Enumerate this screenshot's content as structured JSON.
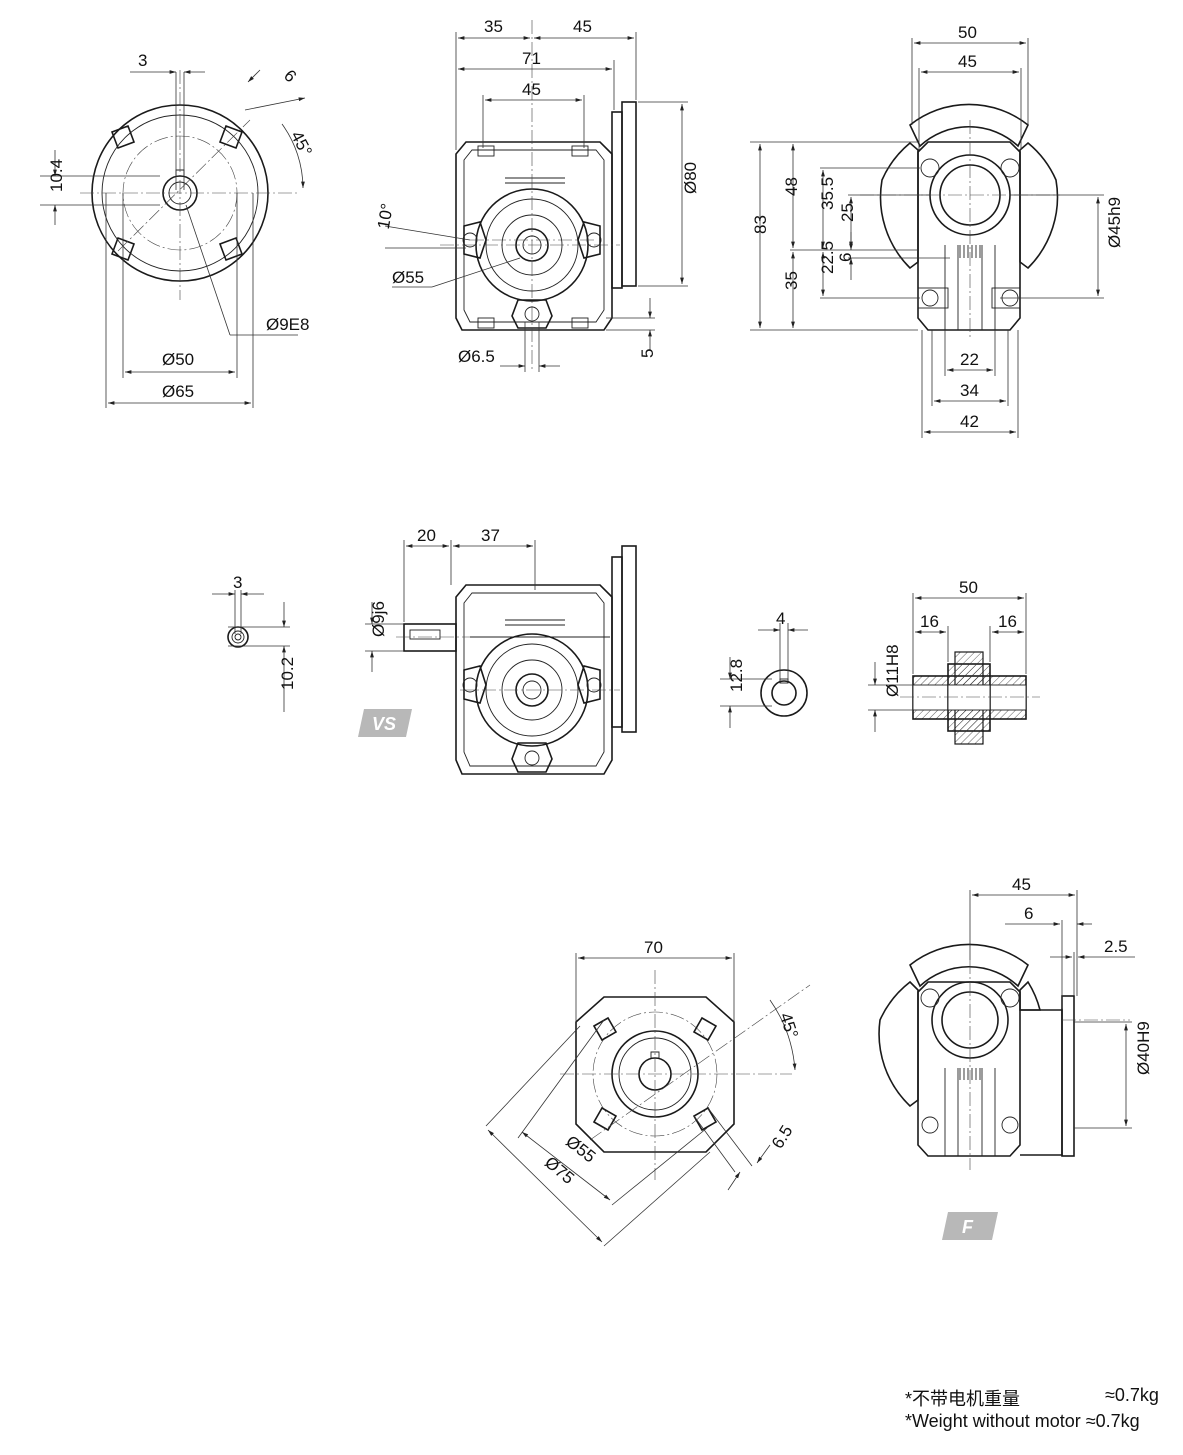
{
  "views": {
    "top_left": {
      "key_width": "3",
      "slot_width": "6",
      "angle": "45°",
      "key_height": "10.4",
      "bore": "Ø9E8",
      "pcd": "Ø50",
      "outer": "Ø65"
    },
    "top_center": {
      "w35": "35",
      "w45_top": "45",
      "w71": "71",
      "w45": "45",
      "flange": "Ø80",
      "angle": "10°",
      "pcd": "Ø55",
      "hole": "Ø6.5",
      "foot": "5"
    },
    "top_right": {
      "w50": "50",
      "w45": "45",
      "h83": "83",
      "h48": "48",
      "h35_5": "35.5",
      "h25": "25",
      "h35": "35",
      "h22_5": "22.5",
      "h6": "6",
      "spigot": "Ø45h9",
      "w22": "22",
      "w34": "34",
      "w42": "42"
    },
    "mid_left": {
      "key_width": "3",
      "key_height": "10.2"
    },
    "mid_center": {
      "w20": "20",
      "w37": "37",
      "shaft": "Ø9j6",
      "badge": "VS"
    },
    "mid_right_small": {
      "key_width": "4",
      "key_height": "12.8"
    },
    "mid_right": {
      "w50": "50",
      "w16a": "16",
      "w16b": "16",
      "bore": "Ø11H8"
    },
    "bottom_center": {
      "w70": "70",
      "angle": "45°",
      "pcd": "Ø55",
      "outer": "Ø75",
      "hole": "6.5"
    },
    "bottom_right": {
      "w45": "45",
      "w6": "6",
      "w2_5": "2.5",
      "spigot": "Ø40H9",
      "badge": "F"
    }
  },
  "notes": {
    "weight_cn": "*不带电机重量",
    "weight_cn_value": "≈0.7kg",
    "weight_en": "*Weight without motor ≈0.7kg"
  }
}
